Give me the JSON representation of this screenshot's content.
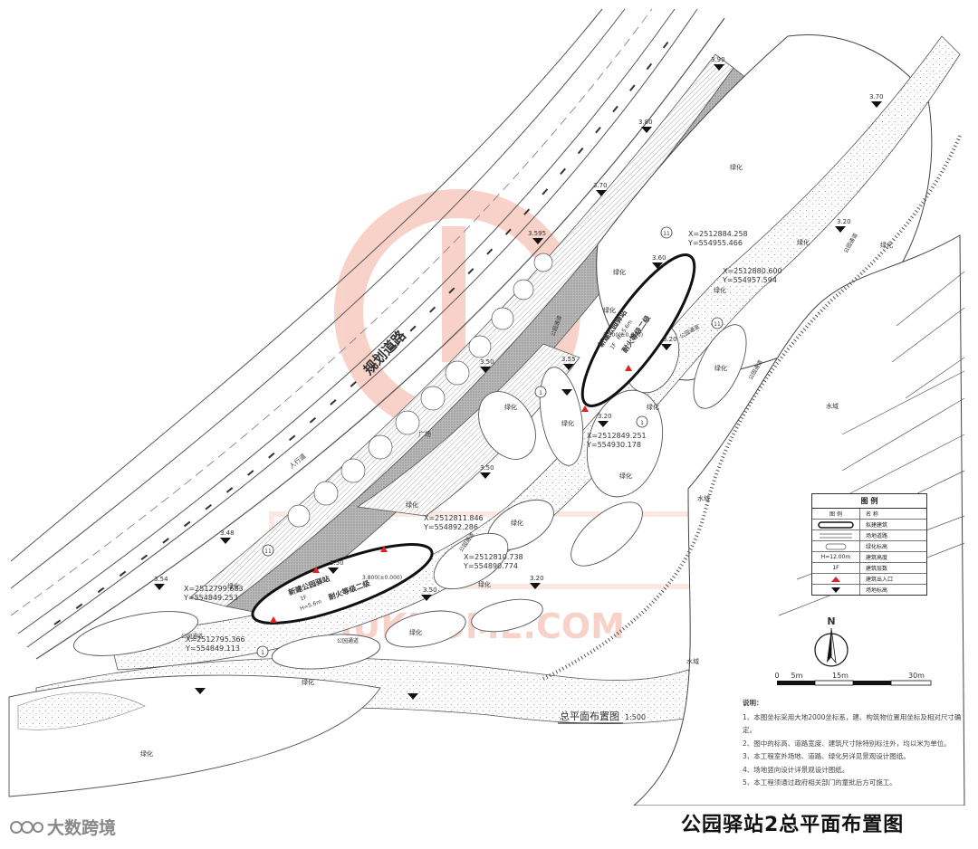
{
  "caption": "公园驿站2总平面布置图",
  "brand": {
    "name": "大数跨境"
  },
  "watermark": {
    "text": "ZHUKHOME.COM",
    "color": "#e8603c"
  },
  "drawing_title": {
    "text": "总平面布置图",
    "scale": "1:500"
  },
  "scale_bar": {
    "ticks": [
      "0",
      "5m",
      "15m",
      "30m"
    ]
  },
  "north_label": "N",
  "road_labels": {
    "planned_road": "规划道路",
    "sidewalk": "人行道",
    "plaza": "广场",
    "park_path_1": "公园通道",
    "park_path_2": "公园通道",
    "park_path_3": "公园通道",
    "park_path_4": "公园通道",
    "park_path_5": "公园通道",
    "park_path_6": "公园通道",
    "park_path_7": "公园通道"
  },
  "area_labels": {
    "green_1": "绿化",
    "green_2": "绿化",
    "green_3": "绿化",
    "green_4": "绿化",
    "green_5": "绿化",
    "green_6": "绿化",
    "green_7": "绿化",
    "green_8": "绿化",
    "green_9": "绿化",
    "green_10": "绿化",
    "green_11": "绿化",
    "green_12": "绿化",
    "green_13": "绿化",
    "green_14": "绿化",
    "green_15": "绿化",
    "green_16": "绿化",
    "green_17": "绿化",
    "green_18": "绿化",
    "water_1": "水域",
    "water_2": "水域",
    "water_3": "水域"
  },
  "elevations": [
    "3.90",
    "3.70",
    "3.80",
    "3.70",
    "3.595",
    "3.20",
    "3.60",
    "3.20",
    "3.55",
    "3.20",
    "3.50",
    "3.50",
    "3.48",
    "3.54",
    "3.50",
    "3.20",
    "3.50"
  ],
  "buildings": {
    "upper": {
      "name": "新建公园驿站",
      "floors": "1F",
      "height": "H=5.6m",
      "fire": "耐火等级二级",
      "elev": "3.500(±0.000)"
    },
    "lower": {
      "name": "新建公园驿站",
      "floors": "1F",
      "height": "H=5.6m",
      "fire": "耐火等级二级",
      "elev": "3.800(±0.000)"
    }
  },
  "coords": {
    "c1": {
      "x": "X=2512884.258",
      "y": "Y=554955.466"
    },
    "c2": {
      "x": "X=2512880.600",
      "y": "Y=554957.594"
    },
    "c3": {
      "x": "X=2512849.251",
      "y": "Y=554930.178"
    },
    "c4": {
      "x": "X=2512811.846",
      "y": "Y=554892.286"
    },
    "c5": {
      "x": "X=2512810.738",
      "y": "Y=554890.774"
    },
    "c6": {
      "x": "X=2512799.683",
      "y": "Y=554849.253"
    },
    "c7": {
      "x": "X=2512795.366",
      "y": "Y=554849.113"
    }
  },
  "callouts": [
    "11",
    "11",
    "1",
    "1",
    "11",
    "1"
  ],
  "legend": {
    "title": "图 例",
    "header": [
      "图 例",
      "名 称"
    ],
    "rows": [
      {
        "name": "拟建建筑"
      },
      {
        "name": "场地道路"
      },
      {
        "name": "绿化标高"
      },
      {
        "sym": "H=12.00m",
        "name": "建筑高度"
      },
      {
        "sym": "1F",
        "name": "建筑层数"
      },
      {
        "name": "建筑出入口"
      },
      {
        "name": "场地标高"
      }
    ]
  },
  "notes": {
    "title": "说明：",
    "items": [
      "1、本图坐标采用大地2000坐标系，建、构筑物位置用坐标及相对尺寸确定。",
      "2、图中的标高、道路宽度、建筑尺寸除特别标注外，均以米为单位。",
      "3、本工程室外场地、道路、绿化另详见景观设计图纸。",
      "4、场地竖向设计详景观设计图纸。",
      "5、本工程须通过政府相关部门的童批后方可施工。"
    ]
  }
}
